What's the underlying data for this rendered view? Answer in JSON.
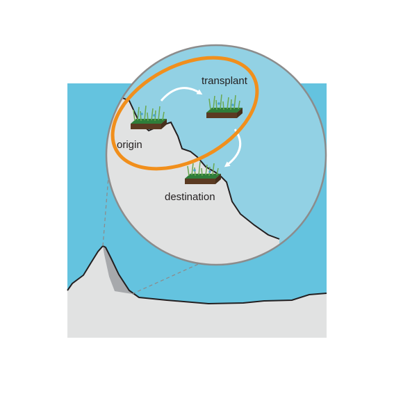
{
  "labels": {
    "transplant": "transplant",
    "origin": "origin",
    "destination": "destination"
  },
  "colors": {
    "sky": "#64c3df",
    "sky_zoom": "#92d1e4",
    "ground": "#e1e2e2",
    "rock_shadow": "#a7a9ac",
    "outline": "#231f20",
    "lens_border": "#8c8c8c",
    "highlight_ellipse": "#f18f1c",
    "arrow": "#ffffff",
    "soil": "#5b3a22",
    "soil_top": "#2f7d3a",
    "grass": "#6aa84f"
  },
  "icons": {
    "plot_origin": "turf-plot-icon",
    "plot_transplant": "turf-plot-icon",
    "plot_destination": "turf-plot-icon",
    "arrow_origin_to_transplant": "curved-arrow-icon",
    "arrow_transplant_to_destination": "curved-arrow-icon"
  }
}
